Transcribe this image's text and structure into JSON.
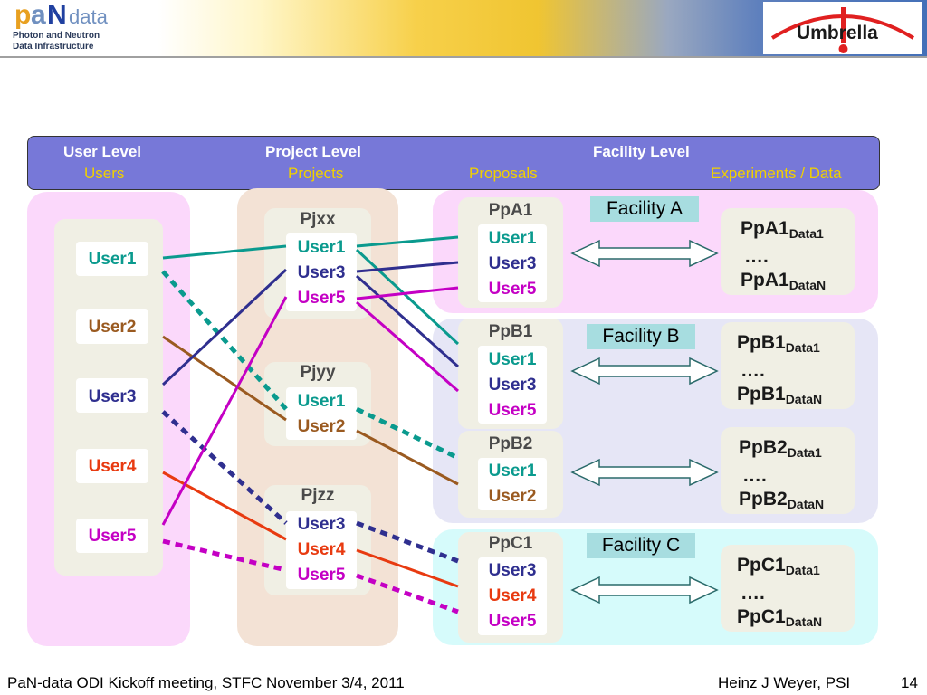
{
  "logo": {
    "brand": "pandata",
    "line1": "Photon and Neutron",
    "line2": "Data Infrastructure"
  },
  "umbrella": "Umbrella",
  "header": {
    "user_level": "User Level",
    "users": "Users",
    "project_level": "Project Level",
    "projects": "Projects",
    "facility_level": "Facility Level",
    "proposals": "Proposals",
    "experiments": "Experiments / Data"
  },
  "users": [
    "User1",
    "User2",
    "User3",
    "User4",
    "User5"
  ],
  "projects": [
    {
      "title": "Pjxx",
      "members": [
        "User1",
        "User3",
        "User5"
      ]
    },
    {
      "title": "Pjyy",
      "members": [
        "User1",
        "User2"
      ]
    },
    {
      "title": "Pjzz",
      "members": [
        "User3",
        "User4",
        "User5"
      ]
    }
  ],
  "proposals": [
    {
      "title": "PpA1",
      "members": [
        "User1",
        "User3",
        "User5"
      ]
    },
    {
      "title": "PpB1",
      "members": [
        "User1",
        "User3",
        "User5"
      ]
    },
    {
      "title": "PpB2",
      "members": [
        "User1",
        "User2"
      ]
    },
    {
      "title": "PpC1",
      "members": [
        "User3",
        "User4",
        "User5"
      ]
    }
  ],
  "facilities": [
    "Facility A",
    "Facility B",
    "Facility C"
  ],
  "datasets": [
    {
      "base": "PpA1",
      "first": "Data1",
      "dots": "….",
      "last": "DataN"
    },
    {
      "base": "PpB1",
      "first": "Data1",
      "dots": "….",
      "last": "DataN"
    },
    {
      "base": "PpB2",
      "first": "Data1",
      "dots": "….",
      "last": "DataN"
    },
    {
      "base": "PpC1",
      "first": "Data1",
      "dots": "….",
      "last": "DataN"
    }
  ],
  "footer": {
    "meeting": "PaN-data ODI Kickoff meeting, STFC November 3/4, 2011",
    "author": "Heinz J Weyer, PSI",
    "page": "14"
  },
  "colors": {
    "user1": "#0a9a8e",
    "user2": "#9a5a20",
    "user3": "#2f2f8f",
    "user4": "#e83a10",
    "user5": "#c400c4",
    "header_bar": "#7778d8",
    "header_subtitle": "#f0d000",
    "facility_label": "#a7dde0",
    "pane_users": "#fbd8fb",
    "pane_projects": "#f3e2d5",
    "pane_facility_a": "#fbd8fb",
    "pane_facility_b": "#e6e6f6",
    "pane_facility_c": "#d6fbfb",
    "item_box": "#f0efe4"
  }
}
